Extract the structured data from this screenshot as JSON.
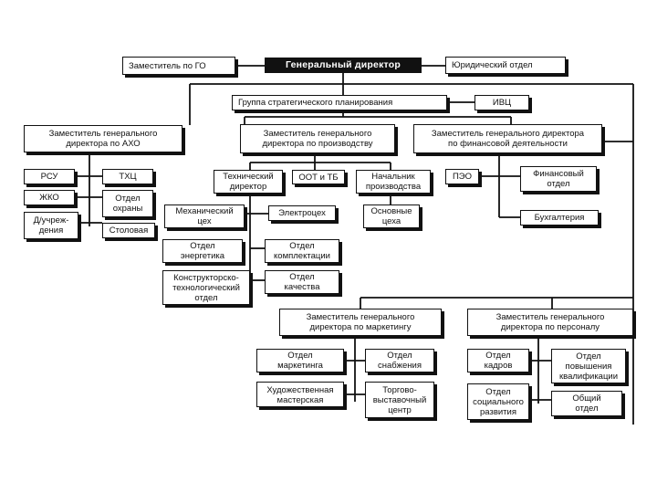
{
  "diagram": {
    "nodes": {
      "deputy_go": "Заместитель по ГО",
      "general_director": "Генеральный директор",
      "legal_dept": "Юридический отдел",
      "strategic_group": "Группа стратегического планирования",
      "ivc": "ИВЦ",
      "deputy_aho": "Заместитель генерального\nдиректора по АХО",
      "deputy_production": "Заместитель генерального\nдиректора по производству",
      "deputy_finance": "Заместитель генерального директора\nпо финансовой деятельности",
      "rsu": "РСУ",
      "thc": "ТХЦ",
      "zhko": "ЖКО",
      "security_dept": "Отдел\nохраны",
      "preschool": "Д/учреж-\nдения",
      "canteen": "Столовая",
      "technical_director": "Технический\nдиректор",
      "oot_tb": "ООТ и ТБ",
      "production_head": "Начальник\nпроизводства",
      "mechanical_shop": "Механический\nцех",
      "electrical_shop": "Электроцех",
      "main_shops": "Основные\nцеха",
      "energy_dept": "Отдел\nэнергетика",
      "components_dept": "Отдел\nкомплектации",
      "design_dept": "Конструкторско-\nтехнологический\nотдел",
      "quality_dept": "Отдел\nкачества",
      "peo": "ПЭО",
      "finance_dept": "Финансовый\nотдел",
      "accounting": "Бухгалтерия",
      "deputy_marketing": "Заместитель генерального\nдиректора по маркетингу",
      "deputy_personnel": "Заместитель генерального\nдиректора по персоналу",
      "marketing_dept": "Отдел\nмаркетинга",
      "supply_dept": "Отдел\nснабжения",
      "art_workshop": "Художественная\nмастерская",
      "trade_center": "Торгово-\nвыставочный\nцентр",
      "hr_dept": "Отдел\nкадров",
      "qualification_dept": "Отдел\nповышения\nквалификации",
      "social_dept": "Отдел\nсоциального\nразвития",
      "general_dept": "Общий\nотдел"
    }
  }
}
